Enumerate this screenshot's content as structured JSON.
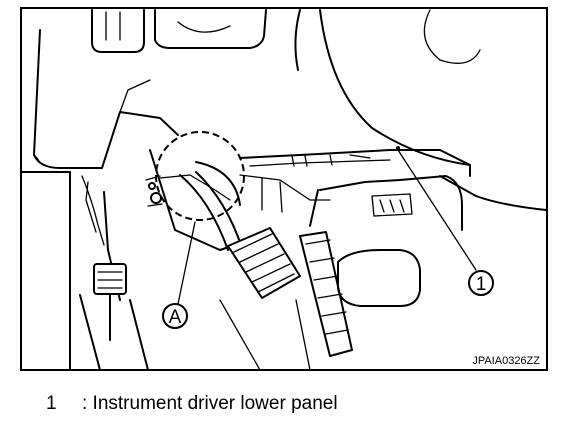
{
  "figure": {
    "callouts": [
      {
        "id": "1",
        "label": "1"
      },
      {
        "id": "A",
        "label": "A"
      }
    ],
    "image_code": "JPAIA0326ZZ"
  },
  "legend": {
    "items": [
      {
        "number": "1",
        "text": ": Instrument driver lower panel"
      }
    ]
  }
}
